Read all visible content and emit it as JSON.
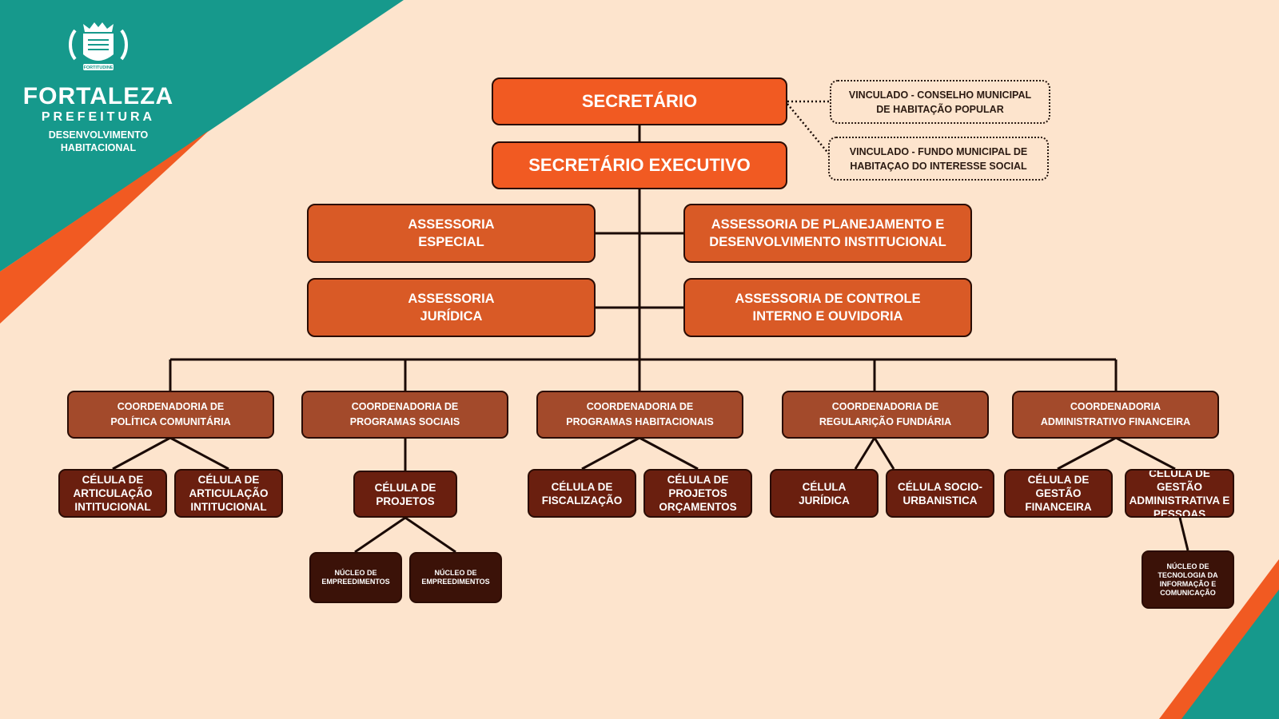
{
  "brand": {
    "logo_title": "FORTALEZA",
    "logo_subtitle": "PREFEITURA",
    "department": "DESENVOLVIMENTO\nHABITACIONAL",
    "crest_banner": "FORTITUDINE"
  },
  "colors": {
    "background": "#fde4cd",
    "teal": "#16998c",
    "orange_accent": "#f15a22",
    "level_0": "#f15a22",
    "level_1": "#d95a26",
    "level_2": "#a34a2b",
    "level_3": "#6a1f0f",
    "level_4": "#3b1208"
  },
  "org": {
    "secretario": "SECRETÁRIO",
    "secretario_executivo": "SECRETÁRIO EXECUTIVO",
    "vinculados": [
      "VINCULADO - CONSELHO MUNICIPAL\nDE HABITAÇÃO POPULAR",
      "VINCULADO - FUNDO MUNICIPAL DE\nHABITAÇAO DO INTERESSE SOCIAL"
    ],
    "assessorias": [
      "ASSESSORIA\nESPECIAL",
      "ASSESSORIA DE PLANEJAMENTO E\nDESENVOLVIMENTO INSTITUCIONAL",
      "ASSESSORIA\nJURÍDICA",
      "ASSESSORIA DE CONTROLE\nINTERNO E OUVIDORIA"
    ],
    "coordenadorias": [
      {
        "label": "COORDENADORIA DE\nPOLÍTICA COMUNITÁRIA",
        "celulas": [
          {
            "label": "CÉLULA DE\nARTICULAÇÃO\nINTITUCIONAL",
            "nucleos": []
          },
          {
            "label": "CÉLULA DE\nARTICULAÇÃO\nINTITUCIONAL",
            "nucleos": []
          }
        ]
      },
      {
        "label": "COORDENADORIA DE\nPROGRAMAS SOCIAIS",
        "celulas": [
          {
            "label": "CÉLULA DE\nPROJETOS",
            "nucleos": [
              "NÚCLEO DE\nEMPREEDIMENTOS",
              "NÚCLEO DE\nEMPREEDIMENTOS"
            ]
          }
        ]
      },
      {
        "label": "COORDENADORIA DE\nPROGRAMAS HABITACIONAIS",
        "celulas": [
          {
            "label": "CÉLULA DE\nFISCALIZAÇÃO",
            "nucleos": []
          },
          {
            "label": "CÉLULA DE\nPROJETOS\nORÇAMENTOS",
            "nucleos": []
          }
        ]
      },
      {
        "label": "COORDENADORIA DE\nREGULARIÇÃO FUNDIÁRIA",
        "celulas": [
          {
            "label": "CÉLULA\nJURÍDICA",
            "nucleos": []
          },
          {
            "label": "CÉLULA SOCIO-\nURBANISTICA",
            "nucleos": []
          }
        ]
      },
      {
        "label": "COORDENADORIA\nADMINISTRATIVO FINANCEIRA",
        "celulas": [
          {
            "label": "CÉLULA DE\nGESTÃO\nFINANCEIRA",
            "nucleos": []
          },
          {
            "label": "CÉLULA DE GESTÃO\nADMINISTRATIVA E\nPESSOAS",
            "nucleos": [
              "NÚCLEO DE\nTECNOLOGIA DA\nINFORMAÇÃO E\nCOMUNICAÇÃO"
            ]
          }
        ]
      }
    ]
  }
}
